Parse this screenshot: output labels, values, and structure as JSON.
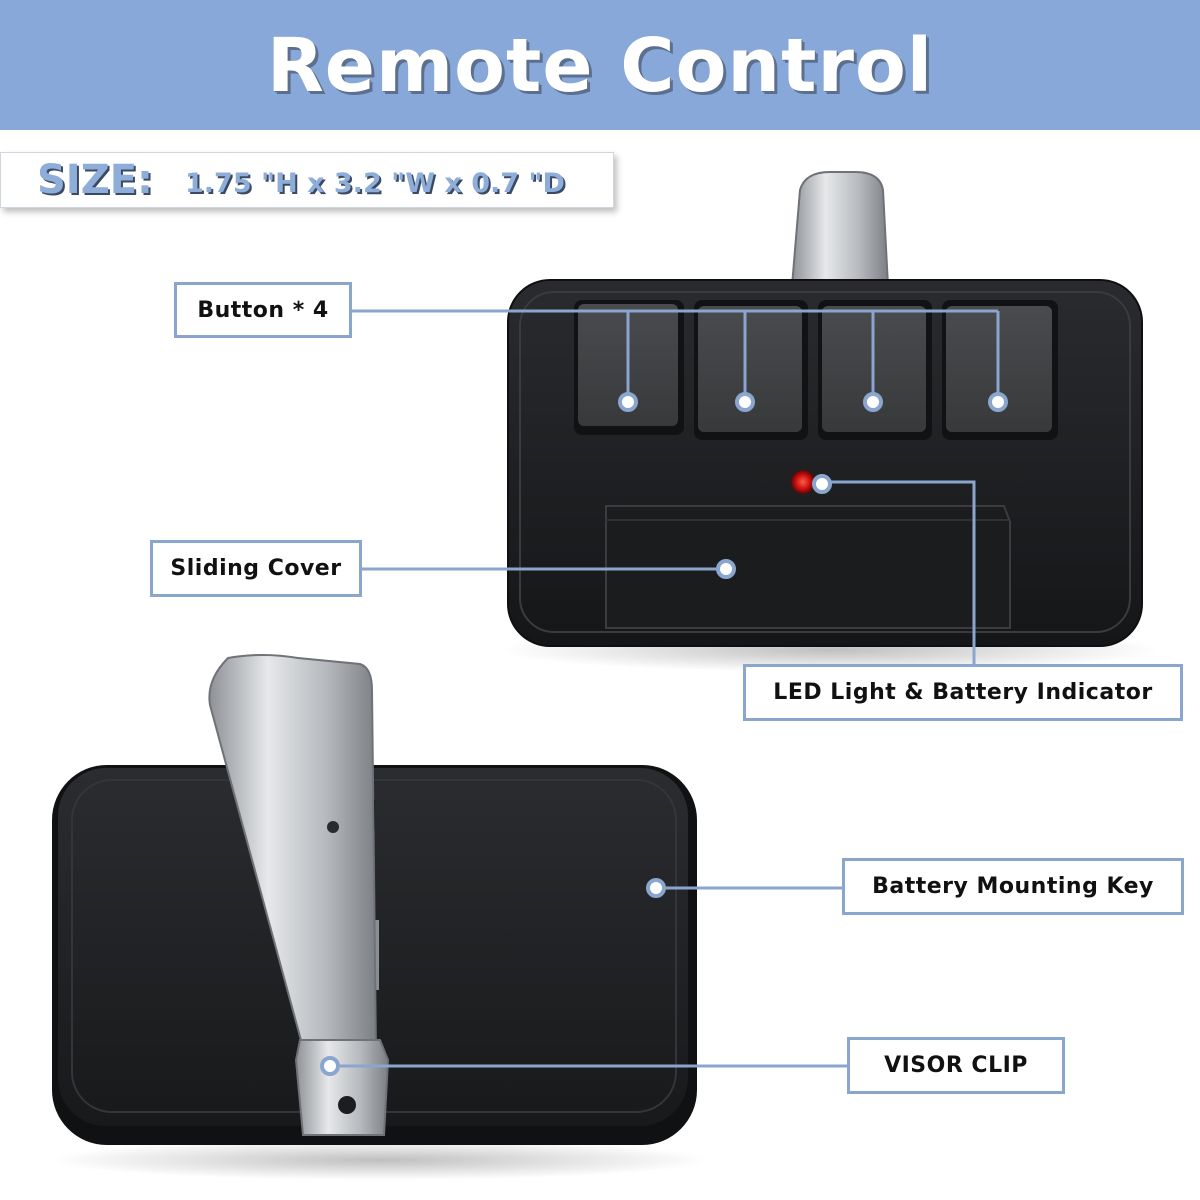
{
  "header": {
    "title": "Remote Control"
  },
  "size": {
    "label": "SIZE:",
    "value": "1.75 \"H x 3.2 \"W x 0.7 \"D"
  },
  "callouts": {
    "buttons": "Button * 4",
    "sliding_cover": "Sliding Cover",
    "led": "LED Light & Battery Indicator",
    "battery_key": "Battery Mounting Key",
    "visor_clip": "VISOR CLIP"
  },
  "colors": {
    "banner": "#87a8d9",
    "callout_line": "#8aa6cf",
    "remote_body": "#1e1f21",
    "button_face": "#3d3e40",
    "led": "#d41818",
    "clip_metal": "#c9ccd0"
  }
}
